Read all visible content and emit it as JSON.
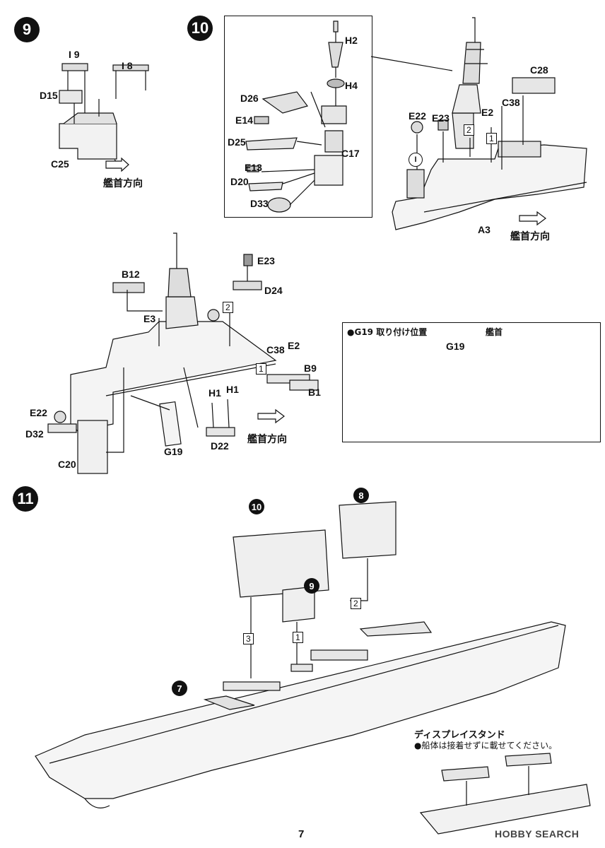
{
  "steps": {
    "s9": "9",
    "s10": "10",
    "s11": "11"
  },
  "parts": {
    "i9": "I 9",
    "i8": "I 8",
    "d15": "D15",
    "c25": "C25",
    "h2": "H2",
    "h4": "H4",
    "d26": "D26",
    "e14": "E14",
    "d25": "D25",
    "c17": "C17",
    "e13": "E13",
    "d20": "D20",
    "d33": "D33",
    "c28": "C28",
    "e22a": "E22",
    "e23a": "E23",
    "e2a": "E2",
    "c38a": "C38",
    "a3": "A3",
    "one_circ": "I",
    "b12": "B12",
    "e23b": "E23",
    "d24": "D24",
    "e3": "E3",
    "c38b": "C38",
    "e2b": "E2",
    "b9": "B9",
    "b1": "B1",
    "h1a": "H1",
    "h1b": "H1",
    "e22b": "E22",
    "d32": "D32",
    "g19": "G19",
    "d22": "D22",
    "c20": "C20",
    "g19b": "G19"
  },
  "boxes": {
    "b1": "1",
    "b2": "2",
    "b1b": "1",
    "b2b": "2",
    "b3c": "3",
    "b1c": "1",
    "b2c": "2"
  },
  "subrefs": {
    "r10": "10",
    "r8": "8",
    "r9": "9",
    "r7": "7"
  },
  "direction": {
    "d1": "艦首方向",
    "d2": "艦首方向",
    "d3": "艦首方向"
  },
  "inset": {
    "title": "●G19 取り付け位置",
    "bow": "艦首"
  },
  "stand": {
    "title": "ディスプレイスタンド",
    "note": "●船体は接着せずに載せてください。"
  },
  "page": "7",
  "watermark": "HOBBY SEARCH"
}
